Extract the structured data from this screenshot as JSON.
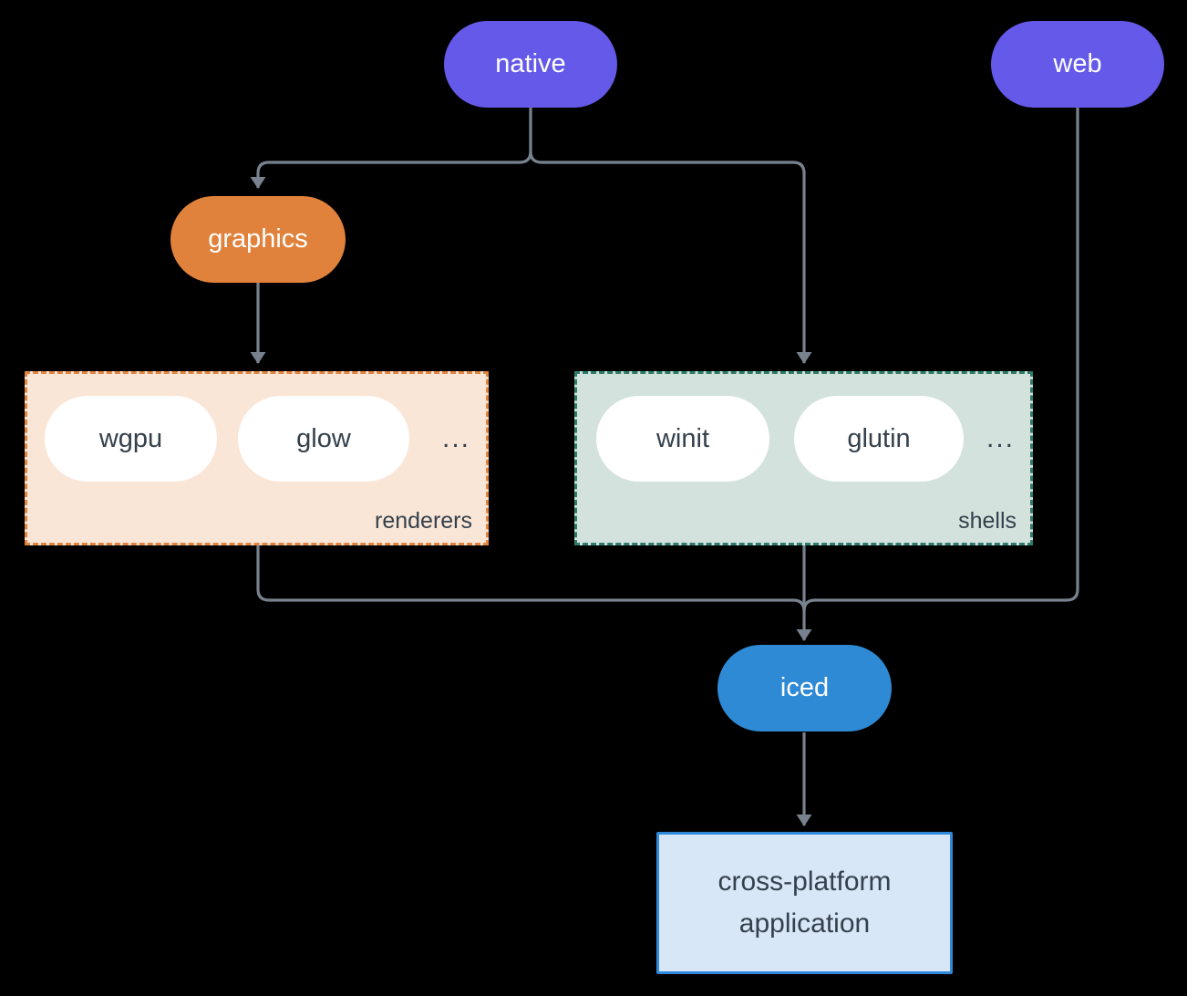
{
  "nodes": {
    "native": "native",
    "web": "web",
    "graphics": "graphics",
    "iced": "iced",
    "app_line1": "cross-platform",
    "app_line2": "application"
  },
  "groups": {
    "renderers": {
      "label": "renderers",
      "items": [
        "wgpu",
        "glow"
      ],
      "more": "..."
    },
    "shells": {
      "label": "shells",
      "items": [
        "winit",
        "glutin"
      ],
      "more": "..."
    }
  },
  "colors": {
    "background": "#000000",
    "platform": "#6459E8",
    "graphics": "#E0823B",
    "iced": "#2E8AD4",
    "connector": "#78828E",
    "pill_text_light": "#FFFFFF",
    "text_dark": "#34404C",
    "pill_fill": "#FFFFFF",
    "renderers_fill": "#FAE6D7",
    "renderers_border": "#E0843F",
    "shells_fill": "#D3E2DC",
    "shells_border": "#2E7D6B",
    "app_fill": "#D7E7F8",
    "app_border": "#2F89D8"
  }
}
